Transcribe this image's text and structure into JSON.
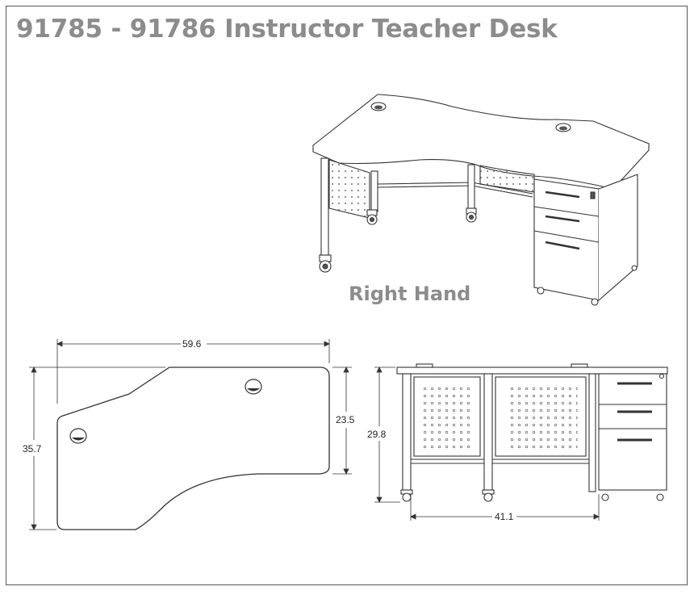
{
  "title": "91785 - 91786 Instructor Teacher Desk",
  "caption": "Right Hand",
  "dimensions": {
    "top_width": "59.6",
    "top_depth_right": "23.5",
    "top_depth_left": "35.7",
    "height": "29.8",
    "leg_span": "41.1"
  },
  "colors": {
    "title": "#8c8c8c",
    "frame": "#555555",
    "lines": "#333333"
  }
}
